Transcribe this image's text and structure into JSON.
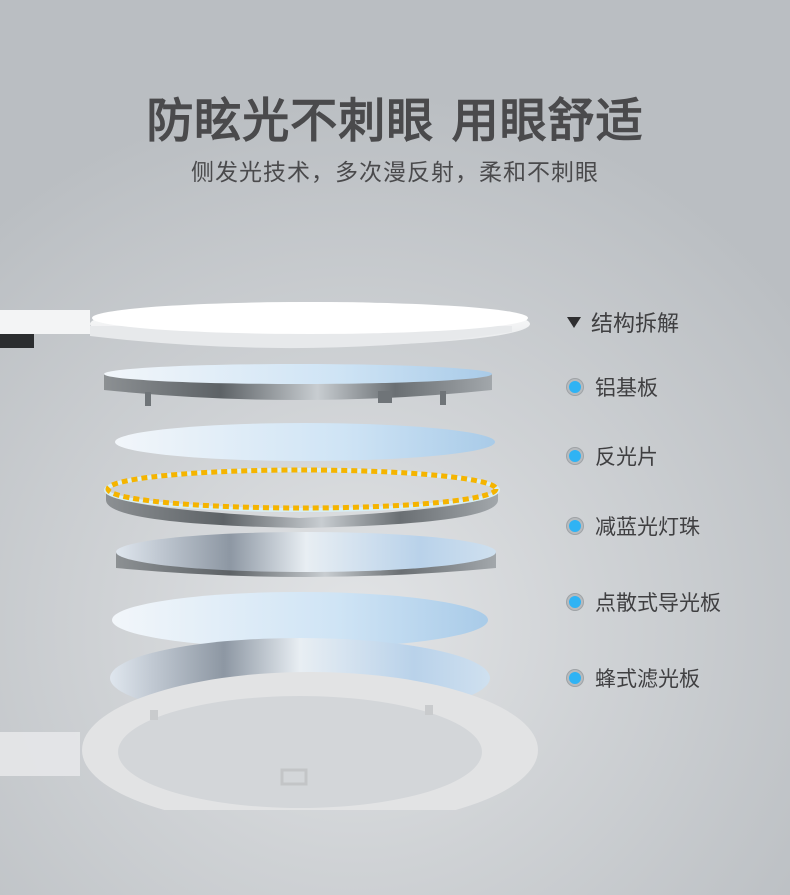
{
  "header": {
    "headline": "防眩光不刺眼  用眼舒适",
    "subline": "侧发光技术，多次漫反射，柔和不刺眼"
  },
  "legend": {
    "title": "结构拆解",
    "items": [
      {
        "label": "铝基板"
      },
      {
        "label": "反光片"
      },
      {
        "label": "减蓝光灯珠"
      },
      {
        "label": "点散式导光板"
      },
      {
        "label": "蜂式滤光板"
      }
    ]
  },
  "colors": {
    "background": "#c8cbce",
    "text": "#4a4a4c",
    "bullet": "#2fb3f4",
    "led": "#f5b400"
  },
  "layers": [
    "lamp-head-top-cover",
    "aluminum-substrate",
    "reflector-sheet",
    "low-blue-light-led-ring",
    "dot-diffusion-light-guide-plate",
    "honeycomb-filter-plate",
    "base-frame-ring"
  ]
}
